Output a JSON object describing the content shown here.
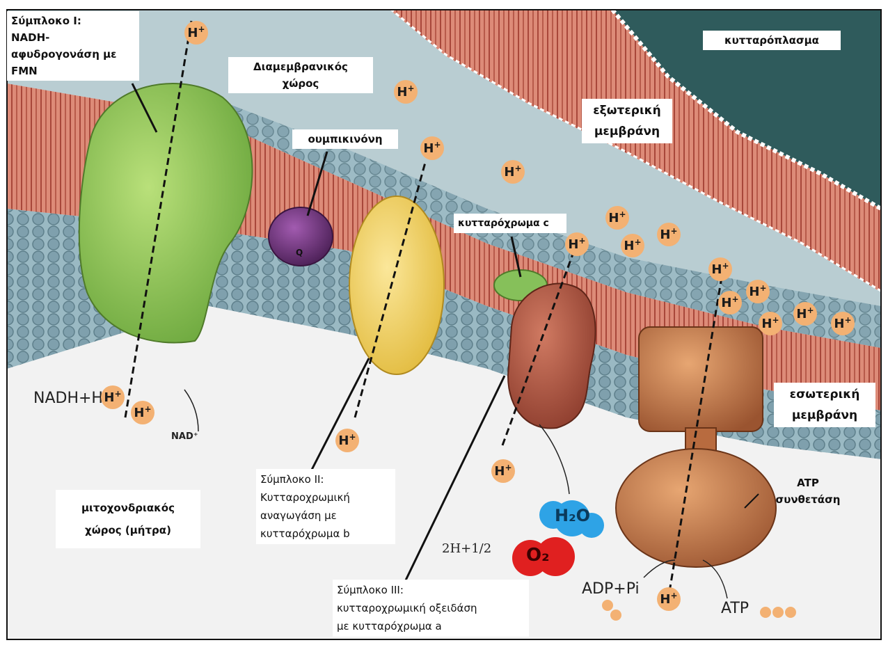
{
  "labels": {
    "complex1": [
      "Σύμπλοκο Ι:",
      "NADH-",
      "αφυδρογονάση με",
      "FMN"
    ],
    "intermembrane": [
      "Διαμεμβρανικός",
      "χώρος"
    ],
    "cytoplasm": "κυτταρόπλασμα",
    "ubiquinone": "ουμπικινόνη",
    "outer_membrane": [
      "εξωτερική",
      "μεμβράνη"
    ],
    "cytochrome_c": "κυτταρόχρωμα c",
    "inner_membrane": [
      "εσωτερική",
      "μεμβράνη"
    ],
    "matrix": [
      "μιτοχονδριακός",
      "χώρος (μήτρα)"
    ],
    "complex2": [
      "Σύμπλοκο ΙΙ:",
      "Κυτταροχρωμική",
      "αναγωγάση με",
      "κυτταρόχρωμα b"
    ],
    "complex3": [
      "Σύμπλοκο ΙΙΙ:",
      "κυτταροχρωμική οξειδάση",
      "με κυτταρόχρωμα a"
    ],
    "atp_synthase": [
      "ATP",
      "συνθετάση"
    ]
  },
  "chem": {
    "nadh": "NADH+H",
    "nad": "NAD⁺",
    "h2o": "H₂O",
    "o2": "O₂",
    "reaction": "2H+1/2",
    "adp": "ADP+Pi",
    "atp": "ATP",
    "ubiquinone_symbol": "Q"
  },
  "proton": {
    "symbol": "H",
    "charge": "+"
  },
  "colors": {
    "membrane_red": "#d9816f",
    "head_blue": "#7fa6b3",
    "complex1_green": "#8fc45a",
    "complex2_yellow": "#f2d25a",
    "complex3_brown": "#a9523f",
    "atp_synthase": "#c27a4c",
    "ubiquinone_purple": "#6b3275",
    "cyt_c_green": "#86c05a",
    "proton_orange": "#f3b173",
    "o2_red": "#e02020",
    "h2o_blue": "#2ea3e6",
    "cytoplasm_teal": "#2f5b5c"
  }
}
